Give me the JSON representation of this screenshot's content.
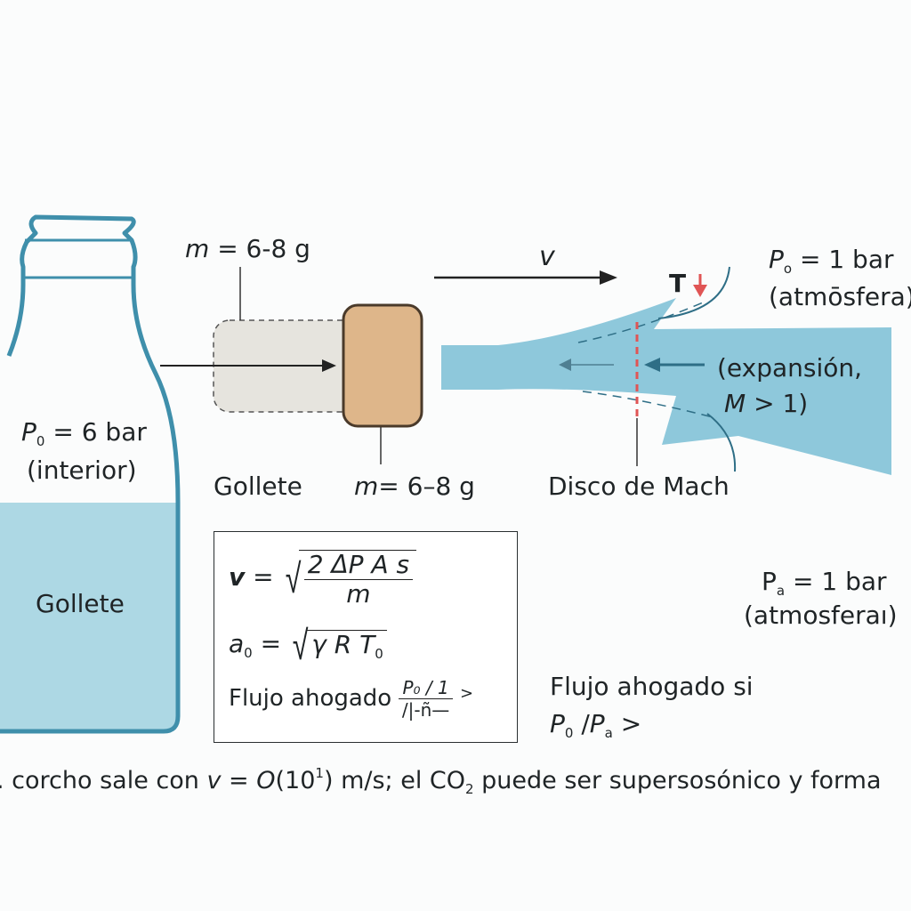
{
  "bottle": {
    "pressure_label": "P",
    "pressure_sub": "0",
    "pressure_value": "= 6 bar",
    "pressure_note": "(interior)",
    "liquid_label": "Gollete"
  },
  "cork": {
    "mass_top_var": "m",
    "mass_top_value": "= 6-8 g",
    "neck_label": "Gollete",
    "mass_bottom_var": "m",
    "mass_bottom_value": "= 6–8 g"
  },
  "jet": {
    "velocity_label": "v",
    "temp_label": "T",
    "outer_pressure_var": "P",
    "outer_pressure_sub": "o",
    "outer_pressure_value": "= 1 bar",
    "outer_pressure_note": "(atmōsfera)",
    "expansion_line1": "(expansión,",
    "expansion_var": "M",
    "expansion_value": "> 1)",
    "mach_disk_label": "Disco de Mach"
  },
  "ambient": {
    "var": "P",
    "sub": "a",
    "value": "= 1 bar",
    "note": "(atmosferaı)"
  },
  "formulas": {
    "v_lhs": "v",
    "v_eq": "=",
    "v_num": "2 ΔP A s",
    "v_den": "m",
    "a_lhs": "a",
    "a_sub": "0",
    "a_eq": "=",
    "a_rad": "γ R T",
    "a_rad_sub": "0",
    "choked_text": "Flujo ahogado",
    "choked_num": "P₀ / 1",
    "choked_gt": ">",
    "choked_den": "/|-ñ—"
  },
  "choked_condition": {
    "line1": "Flujo ahogado si",
    "p0": "P",
    "p0_sub": "0",
    "slash": "/",
    "pa": "P",
    "pa_sub": "a",
    "gt": ">"
  },
  "caption": {
    "part1": ". corcho sale con ",
    "v": "v",
    "eq": " = ",
    "order": "O",
    "paren_open": "(10",
    "exp": "1",
    "paren_close": ") m/s; el CO",
    "co2_sub": "2",
    "part2": " puede ser supersosónico y forma"
  },
  "colors": {
    "bottle_outline": "#3f8fab",
    "liquid": "#add8e4",
    "jet": "#8ec8db",
    "cork": "#deb68a",
    "cork_outline": "#4a3a2a",
    "ghost_cork": "#e6e4de",
    "mach_disk": "#e05555",
    "temp_arrow": "#e05555"
  }
}
